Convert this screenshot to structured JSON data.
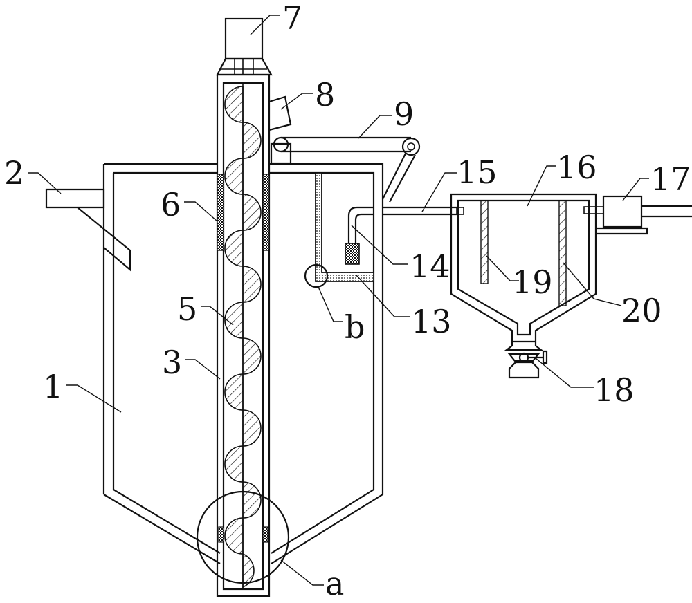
{
  "labels": {
    "l1": "1",
    "l2": "2",
    "l3": "3",
    "l5": "5",
    "l6": "6",
    "l7": "7",
    "l8": "8",
    "l9": "9",
    "l13": "13",
    "l14": "14",
    "l15": "15",
    "l16": "16",
    "l17": "17",
    "l18": "18",
    "l19": "19",
    "l20": "20",
    "la": "a",
    "lb": "b"
  }
}
